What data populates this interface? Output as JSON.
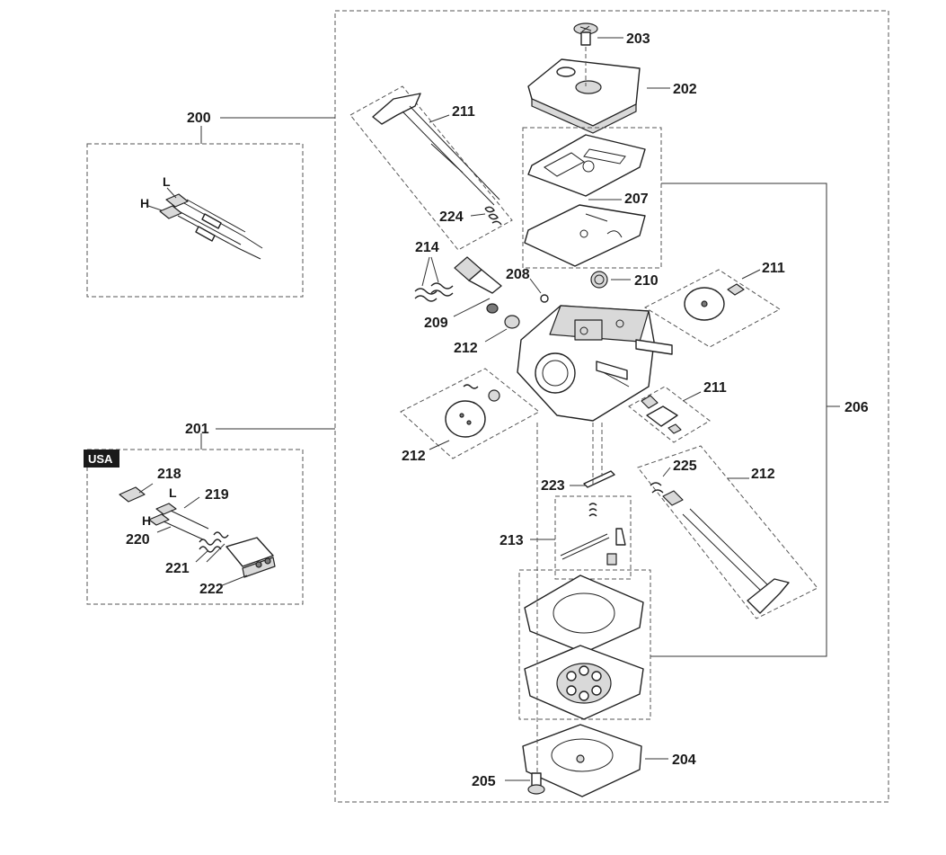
{
  "labels": {
    "p200": "200",
    "p201": "201",
    "p202": "202",
    "p203": "203",
    "p204": "204",
    "p205": "205",
    "p206": "206",
    "p207": "207",
    "p208": "208",
    "p209": "209",
    "p210": "210",
    "p211a": "211",
    "p211b": "211",
    "p211c": "211",
    "p212a": "212",
    "p212b": "212",
    "p212c": "212",
    "p213": "213",
    "p214": "214",
    "p218": "218",
    "p219": "219",
    "p220": "220",
    "p221": "221",
    "p222": "222",
    "p223": "223",
    "p224": "224",
    "p225": "225",
    "kit200_L": "L",
    "kit200_H": "H",
    "kit201_L": "L",
    "kit201_H": "H"
  },
  "badge": {
    "usa": "USA"
  }
}
